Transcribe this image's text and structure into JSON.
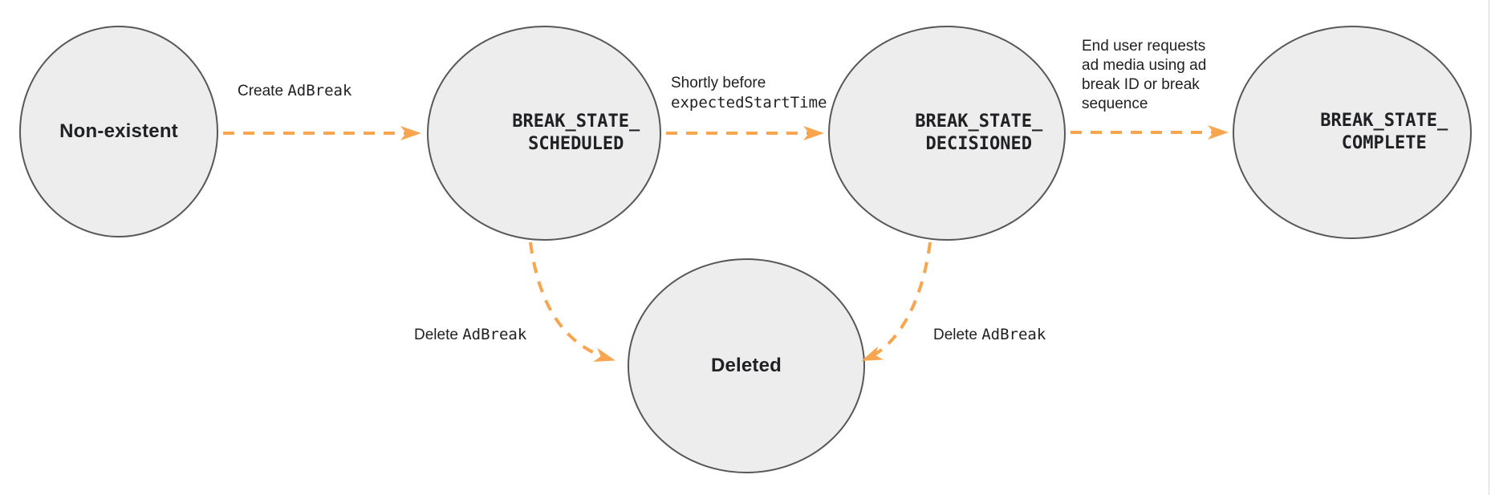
{
  "colors": {
    "background": "#ffffff",
    "node_fill": "#ededed",
    "node_border": "#57585a",
    "arrow_color": "#f7a54e",
    "text_color": "#202124",
    "rule_color": "#d6d6d6"
  },
  "nodes": {
    "nonexistent": {
      "label": "Non-existent"
    },
    "scheduled": {
      "line1": "BREAK_STATE_",
      "line2": "SCHEDULED"
    },
    "decisioned": {
      "line1": "BREAK_STATE_",
      "line2": "DECISIONED"
    },
    "complete": {
      "line1": "BREAK_STATE_",
      "line2": "COMPLETE"
    },
    "deleted": {
      "label": "Deleted"
    }
  },
  "edges": {
    "create": {
      "sans": "Create ",
      "mono": "AdBreak"
    },
    "shortly": {
      "line1_sans": "Shortly before",
      "line2_mono": "expectedStartTime"
    },
    "enduser": {
      "line1": "End user requests",
      "line2": "ad media using ad",
      "line3": "break ID or break",
      "line4": "sequence"
    },
    "delete_left": {
      "sans": "Delete ",
      "mono": "AdBreak"
    },
    "delete_right": {
      "sans": "Delete ",
      "mono": "AdBreak"
    }
  }
}
